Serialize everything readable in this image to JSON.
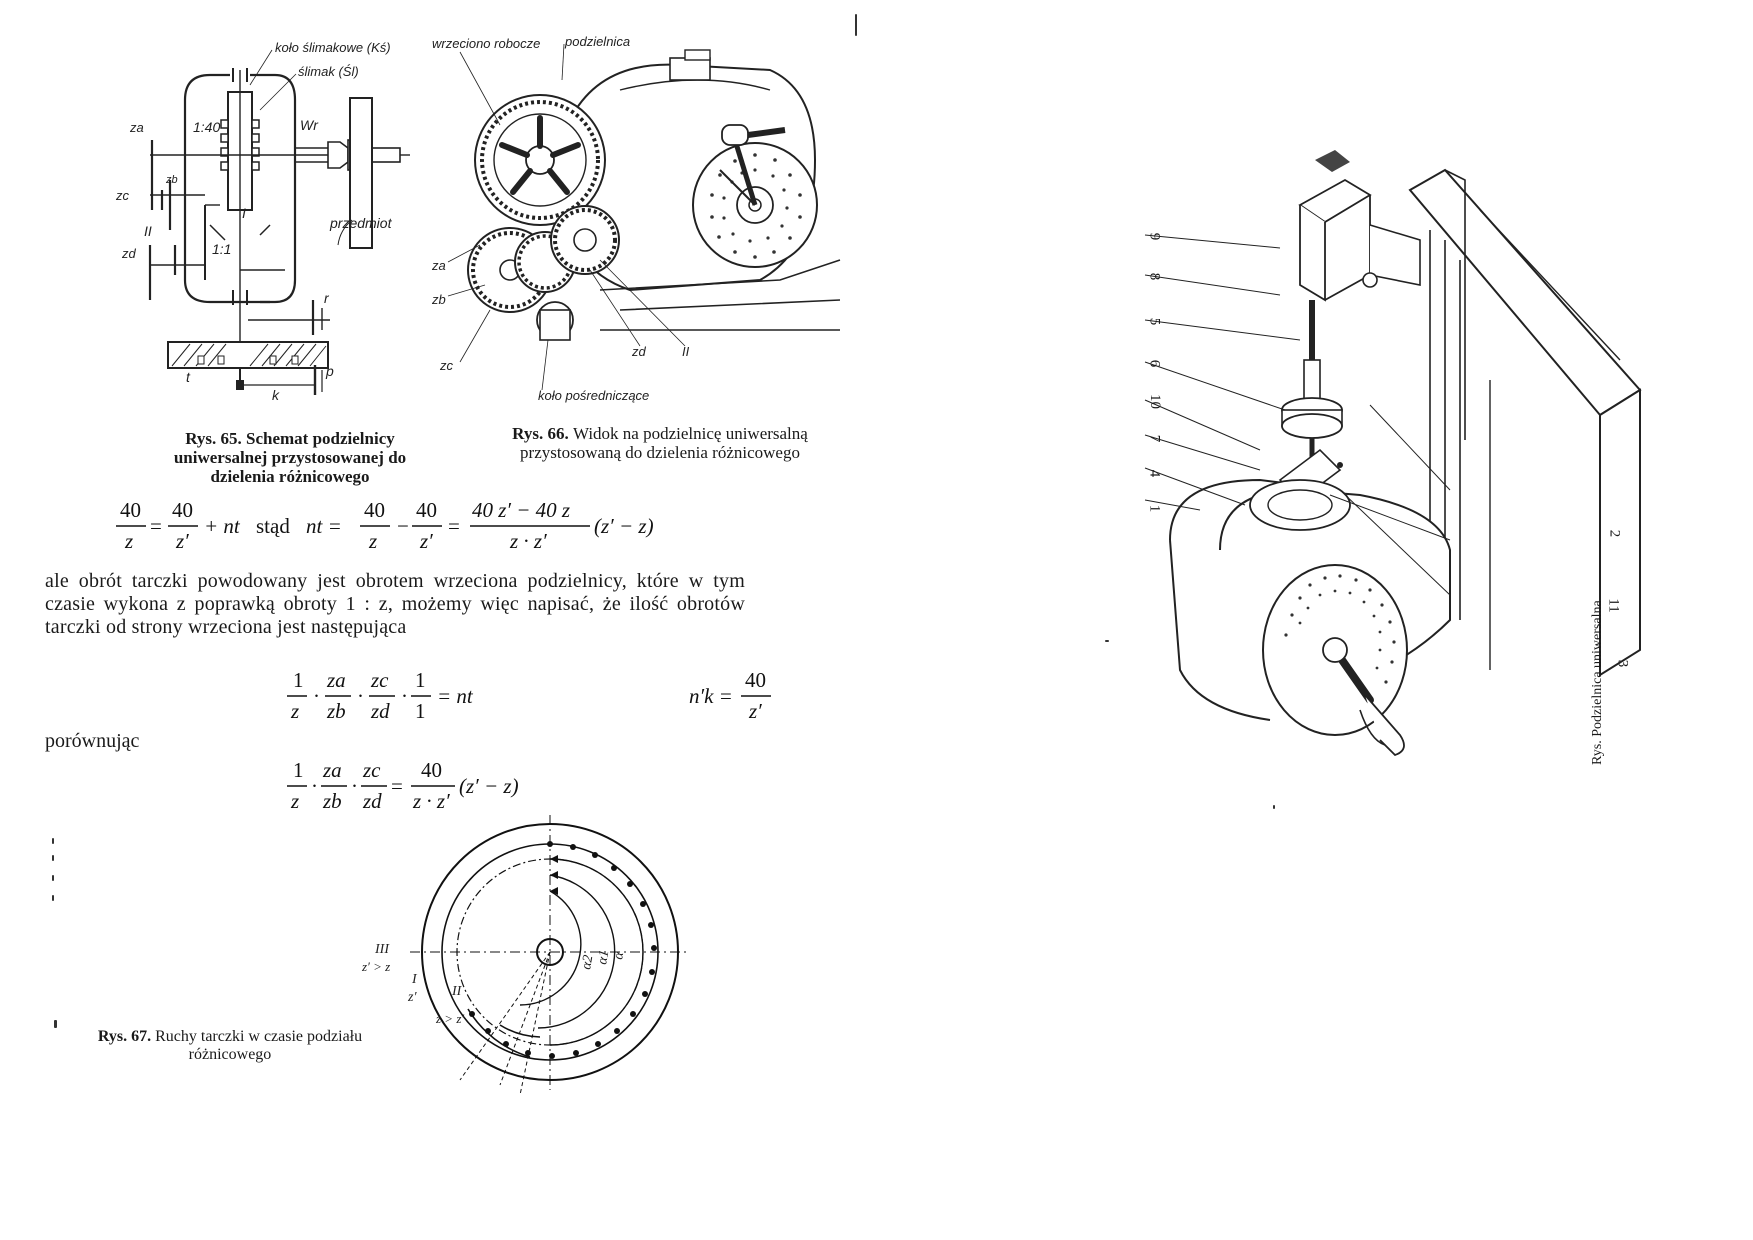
{
  "fig65": {
    "labels": {
      "kolo_slimakowe": "koło ślimakowe (Kś)",
      "slimak": "ślimak (Śl)",
      "ratio_140": "1:40",
      "ratio_11": "1:1",
      "wr": "Wr",
      "przedmiot": "przedmiot",
      "za": "za",
      "zb": "zb",
      "zc": "zc",
      "zd": "zd",
      "ii": "II",
      "i": "I",
      "r": "r",
      "t": "t",
      "k": "k",
      "p": "p"
    },
    "caption_num": "Rys. 65.",
    "caption_text": "Schemat podzielnicy uniwersalnej przystosowanej do dzielenia różnicowego"
  },
  "fig66": {
    "labels": {
      "wrzeciono": "wrzeciono robocze",
      "podzielnica": "podzielnica",
      "za": "za",
      "zb": "zb",
      "zc": "zc",
      "zd": "zd",
      "ii": "II",
      "kolo_posr": "koło pośredniczące"
    },
    "caption_num": "Rys. 66.",
    "caption_text": "Widok na podzielnicę uniwersalną przystosowaną do dzielenia różnicowego"
  },
  "equation1": {
    "n40a": "40",
    "z1": "z",
    "n40b": "40",
    "zp1": "z′",
    "plus_nt": "+ nt",
    "stad": "stąd",
    "nt_eq": "nt =",
    "n40c": "40",
    "z2": "z",
    "n40d": "40",
    "zp2": "z′",
    "num_big": "40 z′ − 40 z",
    "den_big": "z · z′",
    "tail": "(z′ − z)"
  },
  "paragraph": "ale obrót tarczki powodowany jest obrotem wrzeciona podzielnicy, które w tym czasie wykona z poprawką obroty 1 : z, możemy więc napisać, że ilość obrotów tarczki od strony wrzeciona jest następująca",
  "equation2": {
    "one": "1",
    "z": "z",
    "za": "za",
    "zb": "zb",
    "zc": "zc",
    "zd": "zd",
    "one_b": "1",
    "one_c": "1",
    "rhs": "= nt",
    "nk": "n′k =",
    "nk_num": "40",
    "nk_den": "z′"
  },
  "porownujac": "porównując",
  "equation3": {
    "one": "1",
    "z": "z",
    "za": "za",
    "zb": "zb",
    "zc": "zc",
    "zd": "zd",
    "num": "40",
    "den": "z · z′",
    "tail": "(z′ − z)"
  },
  "fig67": {
    "labels": {
      "a": "α",
      "a1": "α1",
      "a2": "α2",
      "iii": "III",
      "zp_gt_z": "z′ > z",
      "i": "I",
      "zp": "z′",
      "ii": "II",
      "z_gt_zp": "z > z′"
    },
    "caption_num": "Rys. 67.",
    "caption_text": "Ruchy tarczki w czasie podziału różnicowego"
  },
  "fig_right": {
    "numbers": [
      "9",
      "8",
      "5",
      "6",
      "10",
      "7",
      "4",
      "1",
      "2",
      "11",
      "3"
    ],
    "caption": "Rys. Podzielnica uniwersalna"
  }
}
